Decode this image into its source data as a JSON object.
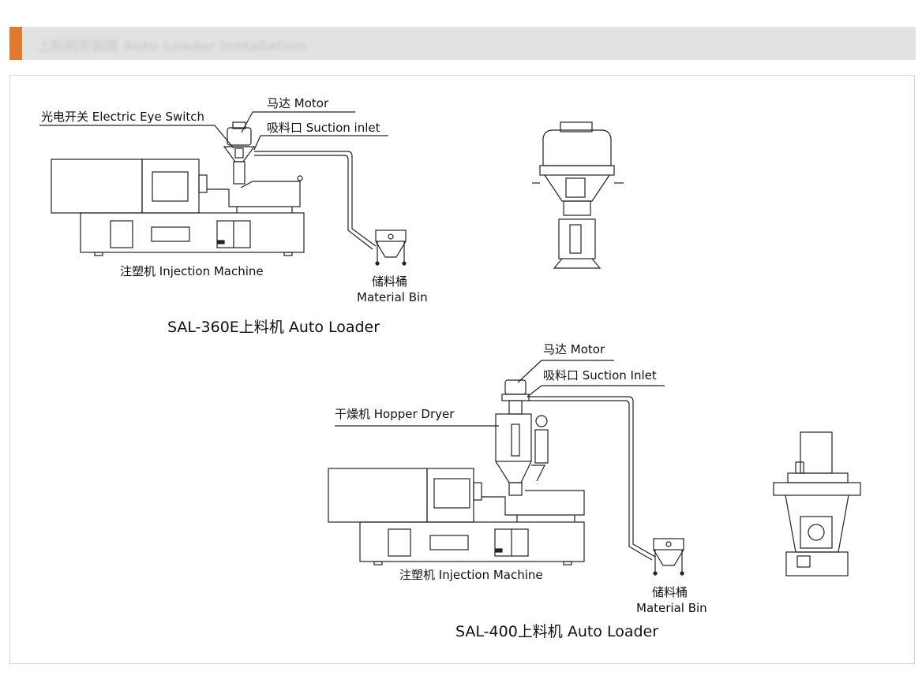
{
  "header": {
    "title": "上料机安装图 Auto Loader Installation"
  },
  "diagram1": {
    "electric_eye": "光电开关 Electric Eye Switch",
    "motor": "马达 Motor",
    "suction": "吸料口 Suction inlet",
    "machine": "注塑机 Injection Machine",
    "bin_cn": "储料桶",
    "bin_en": "Material Bin",
    "title": "SAL-360E上料机 Auto Loader"
  },
  "diagram2": {
    "motor": "马达 Motor",
    "suction": "吸料口 Suction Inlet",
    "dryer": "干燥机 Hopper Dryer",
    "machine": "注塑机 Injection Machine",
    "bin_cn": "储料桶",
    "bin_en": "Material Bin",
    "title": "SAL-400上料机 Auto Loader"
  },
  "colors": {
    "accent": "#e07a2e",
    "header_bg": "#e2e2e2"
  }
}
